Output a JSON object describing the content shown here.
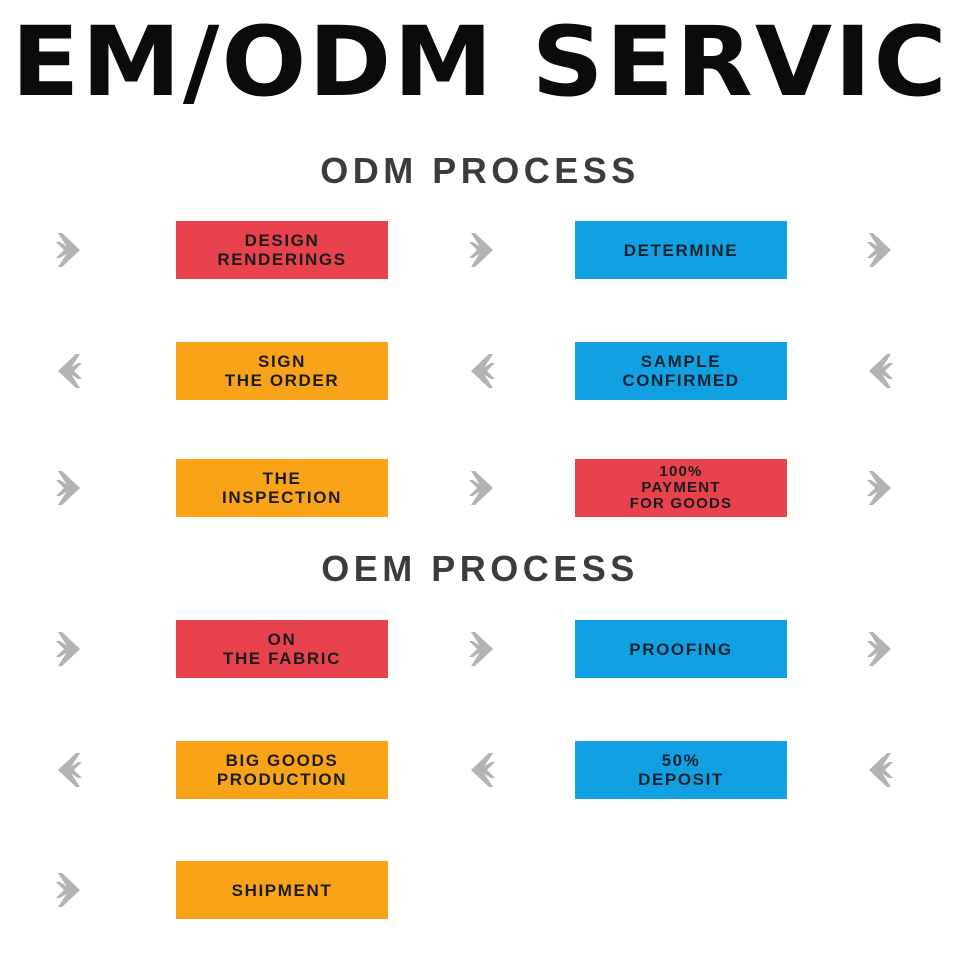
{
  "banner": {
    "title": "EM/ODM SERVIC",
    "title_full": "OEM/ODM SERVICE"
  },
  "colors": {
    "red": "#e8424f",
    "orange": "#f9a318",
    "blue": "#11a0e2",
    "chevron_gray": "#b3b3b3",
    "heading_gray": "#3c3c3c",
    "background": "#ffffff"
  },
  "sections": [
    {
      "heading": "ODM PROCESS",
      "rows": [
        {
          "direction": "right",
          "chevrons": [
            "right",
            "right",
            "right"
          ],
          "boxes": [
            {
              "lines": [
                "DESIGN",
                "RENDERINGS"
              ],
              "color": "red"
            },
            {
              "lines": [
                "DETERMINE"
              ],
              "color": "blue"
            }
          ]
        },
        {
          "direction": "left",
          "chevrons": [
            "left",
            "left",
            "left"
          ],
          "boxes": [
            {
              "lines": [
                "SIGN",
                "THE ORDER"
              ],
              "color": "orange"
            },
            {
              "lines": [
                "SAMPLE",
                "CONFIRMED"
              ],
              "color": "blue"
            }
          ]
        },
        {
          "direction": "right",
          "chevrons": [
            "right",
            "right",
            "right"
          ],
          "boxes": [
            {
              "lines": [
                "THE",
                "INSPECTION"
              ],
              "color": "orange"
            },
            {
              "lines": [
                "100%",
                "PAYMENT",
                "FOR GOODS"
              ],
              "color": "red"
            }
          ]
        }
      ]
    },
    {
      "heading": "OEM PROCESS",
      "rows": [
        {
          "direction": "right",
          "chevrons": [
            "right",
            "right",
            "right"
          ],
          "boxes": [
            {
              "lines": [
                "ON",
                "THE FABRIC"
              ],
              "color": "red"
            },
            {
              "lines": [
                "PROOFING"
              ],
              "color": "blue"
            }
          ]
        },
        {
          "direction": "left",
          "chevrons": [
            "left",
            "left",
            "left"
          ],
          "boxes": [
            {
              "lines": [
                "BIG GOODS",
                "PRODUCTION"
              ],
              "color": "orange"
            },
            {
              "lines": [
                "50%",
                "DEPOSIT"
              ],
              "color": "blue"
            }
          ]
        },
        {
          "direction": "right",
          "chevrons": [
            "right",
            null,
            null
          ],
          "boxes": [
            {
              "lines": [
                "SHIPMENT"
              ],
              "color": "orange"
            }
          ]
        }
      ]
    }
  ],
  "row_tops": [
    213,
    334,
    451,
    612,
    733,
    853
  ]
}
